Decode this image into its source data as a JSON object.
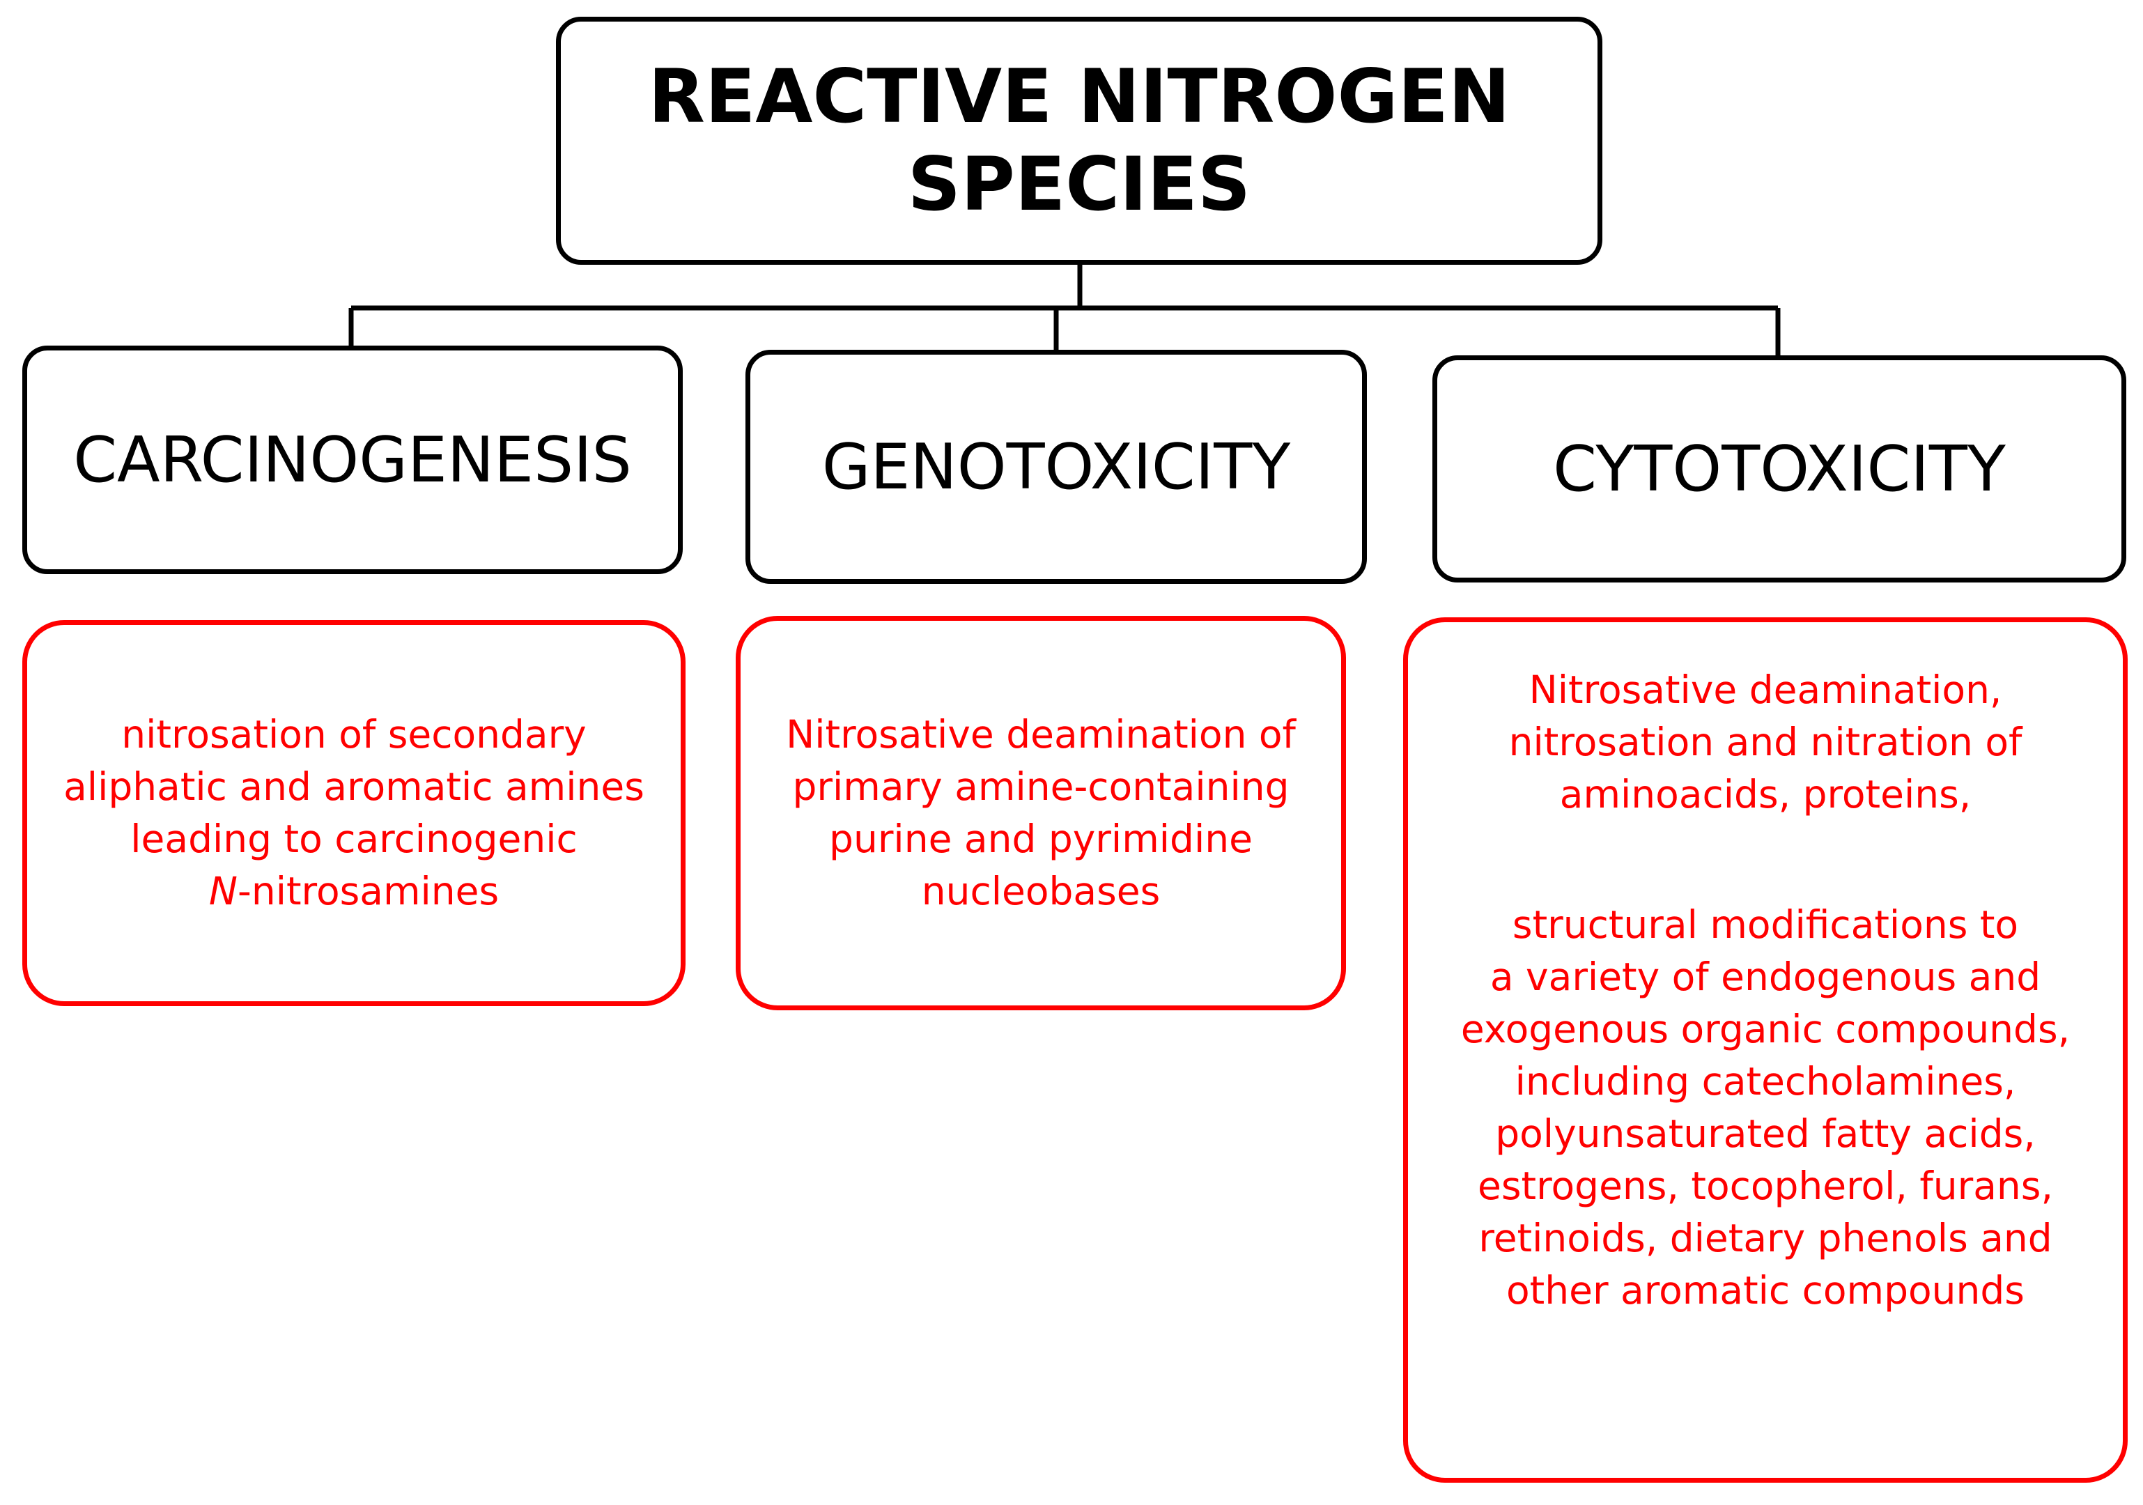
{
  "root": {
    "line1": "REACTIVE NITROGEN",
    "line2": "SPECIES"
  },
  "categories": [
    {
      "title": "CARCINOGENESIS"
    },
    {
      "title": "GENOTOXICITY"
    },
    {
      "title": "CYTOTOXICITY"
    }
  ],
  "details": {
    "carcinogenesis": {
      "lines": [
        "nitrosation of secondary",
        "aliphatic and aromatic amines",
        "leading to carcinogenic"
      ],
      "italic_prefix": "N",
      "suffix": "-nitrosamines"
    },
    "genotoxicity": {
      "lines": [
        "Nitrosative deamination of",
        "primary amine-containing",
        "purine and pyrimidine",
        "nucleobases"
      ]
    },
    "cytotoxicity": {
      "para1": [
        "Nitrosative deamination,",
        "nitrosation and nitration of",
        "aminoacids, proteins,"
      ],
      "para2": [
        "structural modifications to",
        "a variety of endogenous and",
        "exogenous organic compounds,",
        "including catecholamines,",
        "polyunsaturated fatty acids,",
        "estrogens, tocopherol, furans,",
        "retinoids, dietary phenols and",
        "other aromatic compounds"
      ]
    }
  },
  "colors": {
    "category_border": "#000000",
    "detail": "#ff0000"
  }
}
